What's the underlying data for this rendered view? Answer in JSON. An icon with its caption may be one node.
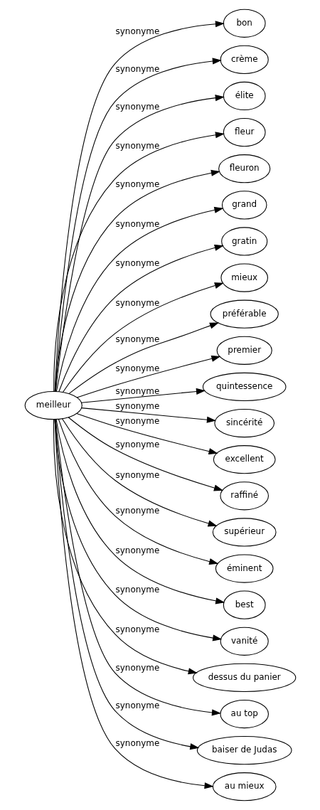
{
  "diagram": {
    "nodes": [
      {
        "text": [
          "meilleur"
        ]
      },
      {
        "text": [
          "bon"
        ]
      },
      {
        "text": [
          "crème"
        ]
      },
      {
        "text": [
          "élite"
        ]
      },
      {
        "text": [
          "fleur"
        ]
      },
      {
        "text": [
          "fleuron"
        ]
      },
      {
        "text": [
          "grand"
        ]
      },
      {
        "text": [
          "gratin"
        ]
      },
      {
        "text": [
          "mieux"
        ]
      },
      {
        "text": [
          "préférable"
        ]
      },
      {
        "text": [
          "premier"
        ]
      },
      {
        "text": [
          "quintessence"
        ]
      },
      {
        "text": [
          "sincérité"
        ]
      },
      {
        "text": [
          "excellent"
        ]
      },
      {
        "text": [
          "raffiné"
        ]
      },
      {
        "text": [
          "supérieur"
        ]
      },
      {
        "text": [
          "éminent"
        ]
      },
      {
        "text": [
          "best"
        ]
      },
      {
        "text": [
          "vanité"
        ]
      },
      {
        "text": [
          "dessus du panier"
        ]
      },
      {
        "text": [
          "au top"
        ]
      },
      {
        "text": [
          "baiser de Judas"
        ]
      },
      {
        "text": [
          "au mieux"
        ]
      }
    ],
    "edges": [
      {
        "from": 0,
        "to": 1,
        "arrow": "to",
        "label": "synonyme"
      },
      {
        "from": 0,
        "to": 2,
        "arrow": "to",
        "label": "synonyme"
      },
      {
        "from": 0,
        "to": 3,
        "arrow": "to",
        "label": "synonyme"
      },
      {
        "from": 0,
        "to": 4,
        "arrow": "to",
        "label": "synonyme"
      },
      {
        "from": 0,
        "to": 5,
        "arrow": "to",
        "label": "synonyme"
      },
      {
        "from": 0,
        "to": 6,
        "arrow": "to",
        "label": "synonyme"
      },
      {
        "from": 0,
        "to": 7,
        "arrow": "to",
        "label": "synonyme"
      },
      {
        "from": 0,
        "to": 8,
        "arrow": "to",
        "label": "synonyme"
      },
      {
        "from": 0,
        "to": 9,
        "arrow": "to",
        "label": "synonyme"
      },
      {
        "from": 0,
        "to": 10,
        "arrow": "to",
        "label": "synonyme"
      },
      {
        "from": 0,
        "to": 11,
        "arrow": "to",
        "label": "synonyme"
      },
      {
        "from": 0,
        "to": 12,
        "arrow": "to",
        "label": "synonyme"
      },
      {
        "from": 0,
        "to": 13,
        "arrow": "to",
        "label": "synonyme"
      },
      {
        "from": 0,
        "to": 14,
        "arrow": "to",
        "label": "synonyme"
      },
      {
        "from": 0,
        "to": 15,
        "arrow": "to",
        "label": "synonyme"
      },
      {
        "from": 0,
        "to": 16,
        "arrow": "to",
        "label": "synonyme"
      },
      {
        "from": 0,
        "to": 17,
        "arrow": "to",
        "label": "synonyme"
      },
      {
        "from": 0,
        "to": 18,
        "arrow": "to",
        "label": "synonyme"
      },
      {
        "from": 0,
        "to": 19,
        "arrow": "to",
        "label": "synonyme"
      },
      {
        "from": 0,
        "to": 20,
        "arrow": "to",
        "label": "synonyme"
      },
      {
        "from": 0,
        "to": 21,
        "arrow": "to",
        "label": "synonyme"
      },
      {
        "from": 0,
        "to": 22,
        "arrow": "to",
        "label": "synonyme"
      }
    ]
  }
}
